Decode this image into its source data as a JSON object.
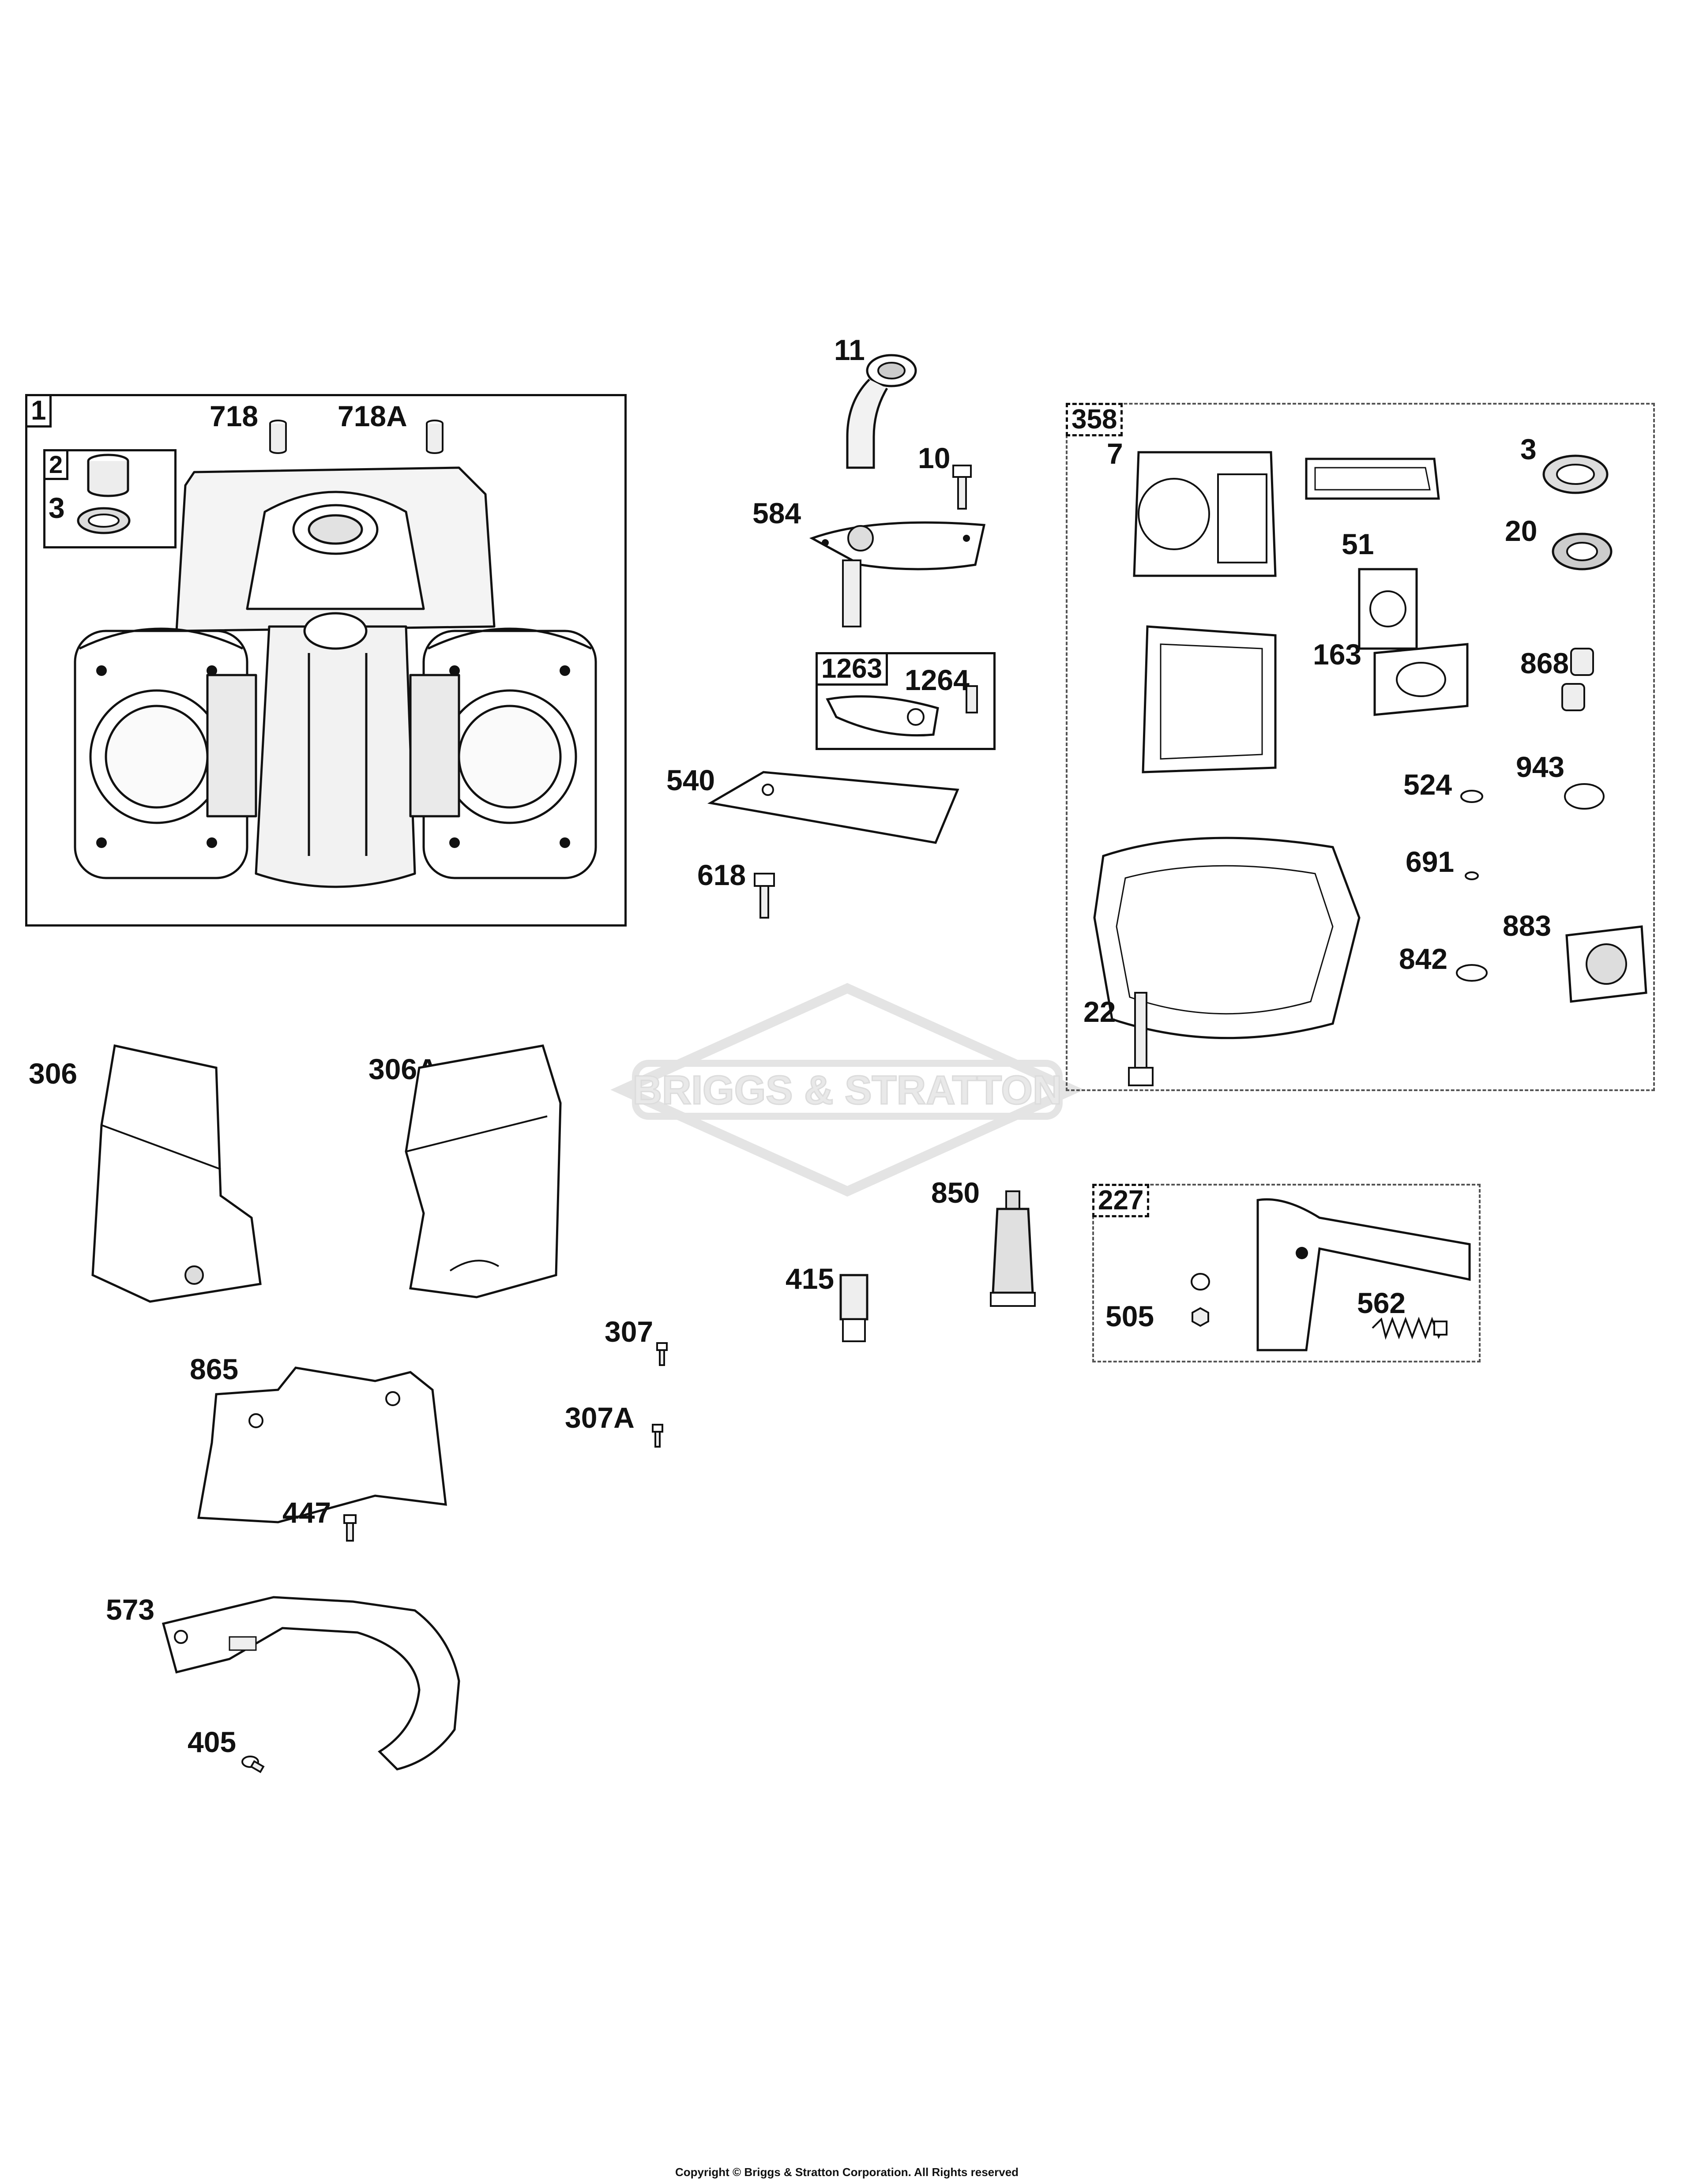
{
  "watermark": "BRIGGS & STRATTON",
  "copyright": "Copyright © Briggs & Stratton Corporation. All Rights reserved",
  "groups": {
    "g1": "1",
    "g2": "2",
    "g1263": "1263",
    "g358": "358",
    "g227": "227"
  },
  "callouts": {
    "c718": "718",
    "c718A": "718A",
    "c3a": "3",
    "c11": "11",
    "c10": "10",
    "c584": "584",
    "c1264": "1264",
    "c540": "540",
    "c618": "618",
    "c7": "7",
    "c3b": "3",
    "c20": "20",
    "c51": "51",
    "c163": "163",
    "c868": "868",
    "c524": "524",
    "c943": "943",
    "c691": "691",
    "c883": "883",
    "c842": "842",
    "c22": "22",
    "c306": "306",
    "c306A": "306A",
    "c850": "850",
    "c415": "415",
    "c505": "505",
    "c562": "562",
    "c307": "307",
    "c307A": "307A",
    "c865": "865",
    "c447": "447",
    "c573": "573",
    "c405": "405"
  }
}
